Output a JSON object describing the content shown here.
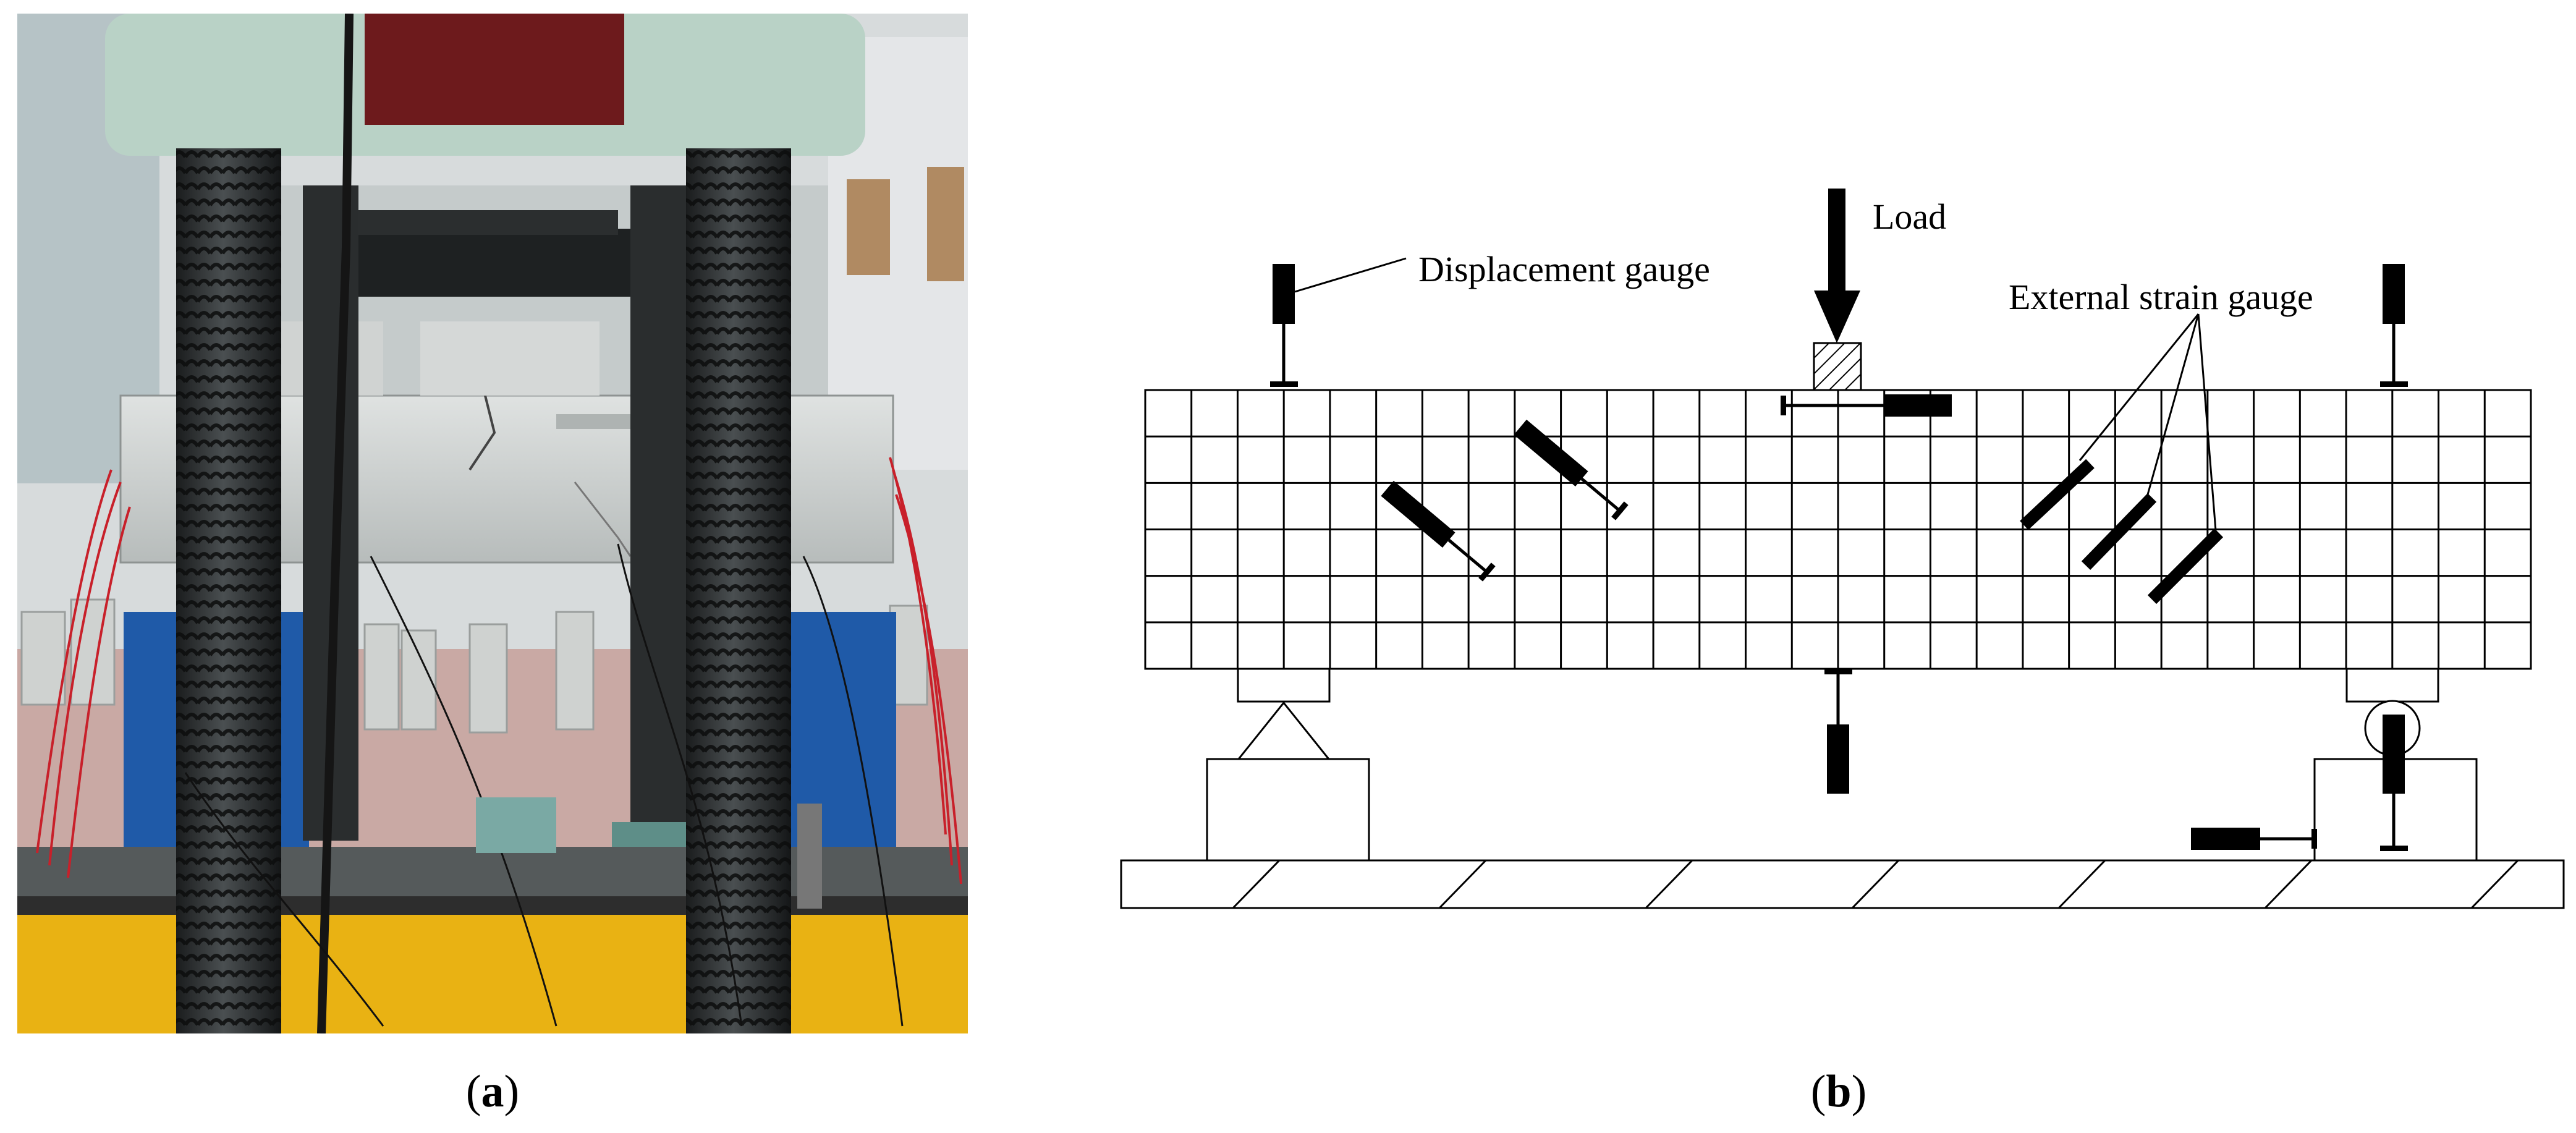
{
  "panel_a": {
    "caption_letter": "a",
    "photo_subject": "concrete beam specimen in hydraulic loading frame"
  },
  "panel_b": {
    "caption_letter": "b",
    "labels": {
      "load": "Load",
      "displacement_gauge": "Displacement gauge",
      "external_strain_gauge": "External strain gauge"
    }
  },
  "colors": {
    "frame_green": "#b9d2c6",
    "column_dark": "#2c2f30",
    "base_yellow": "#e9b213",
    "support_blue": "#1f5aa8",
    "wire_red": "#c8202a",
    "beam_grey": "#cfd3d2",
    "floor_pink": "#c9a9a4"
  }
}
